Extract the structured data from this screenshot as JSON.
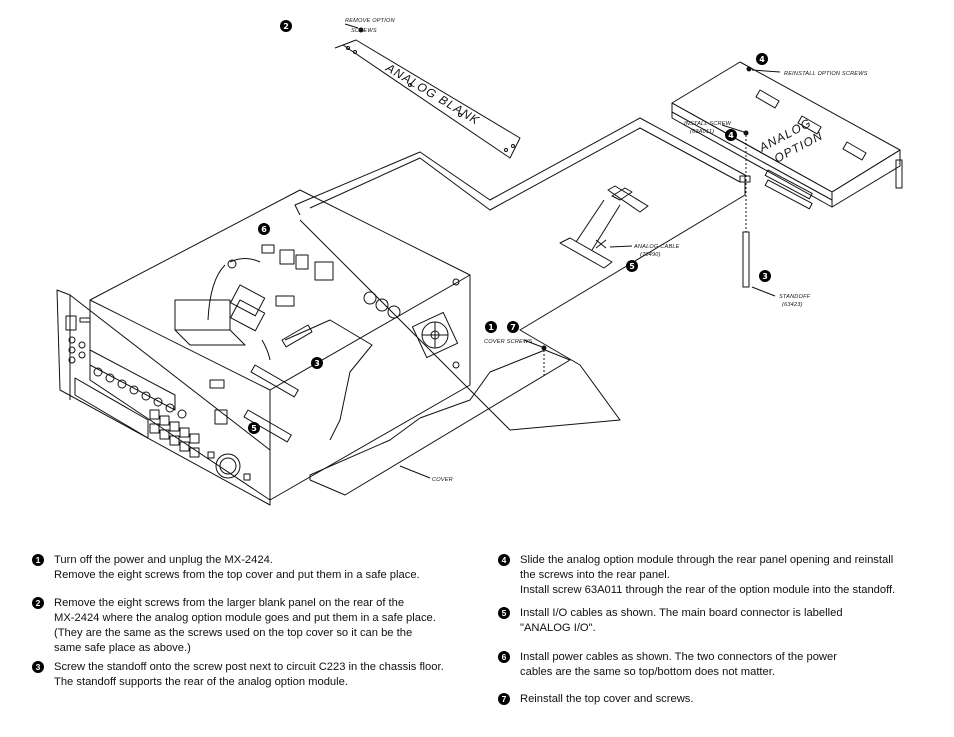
{
  "diagram": {
    "callouts": {
      "remove_option_screws": [
        "REMOVE OPTION",
        "SCREWS"
      ],
      "reinstall_option_screws": "REINSTALL OPTION SCREWS",
      "install_screw": [
        "INSTALL SCREW",
        "(63A011)"
      ],
      "analog_cable": [
        "ANALOG CABLE",
        "(70490)"
      ],
      "standoff": [
        "STANDOFF",
        "(63423)"
      ],
      "cover_screws": "COVER SCREWS",
      "cover": "COVER"
    },
    "panel_labels": {
      "analog_blank": "ANALOG BLANK",
      "analog_option": [
        "ANALOG",
        "OPTION"
      ]
    },
    "badges": {
      "remove_screws": "2",
      "reinstall_screws": "4",
      "install_screw": "4",
      "analog_cable": "5",
      "standoff": "3",
      "cover_screws_a": "1",
      "cover_screws_b": "7",
      "power_cable": "6",
      "standoff_chassis": "3",
      "io_cable_chassis": "5"
    }
  },
  "steps": [
    {
      "num": "1",
      "lines": [
        "Turn off the power and unplug the MX-2424.",
        "Remove the eight screws from the top cover and put them in a safe place."
      ]
    },
    {
      "num": "2",
      "lines": [
        "Remove the eight screws from the larger blank panel on the rear of the",
        "MX-2424 where the analog option module goes and put them in a safe place.",
        "(They are the same as the screws used on the top cover so it can be the",
        "same safe place as above.)"
      ]
    },
    {
      "num": "3",
      "lines": [
        "Screw the standoff onto the screw post next to circuit C223 in the chassis floor.",
        "The standoff supports the rear of the analog option module."
      ]
    },
    {
      "num": "4",
      "lines": [
        "Slide the analog option module through the rear panel opening and reinstall",
        "the screws into the rear panel.",
        "Install screw 63A011 through the rear of the option module into the standoff."
      ]
    },
    {
      "num": "5",
      "lines": [
        "Install I/O cables as shown.  The main board connector is labelled",
        "\"ANALOG I/O\"."
      ]
    },
    {
      "num": "6",
      "lines": [
        "Install power cables as shown.  The two connectors of the power",
        "cables are the same so top/bottom does not matter."
      ]
    },
    {
      "num": "7",
      "lines": [
        "Reinstall the top cover and screws."
      ]
    }
  ]
}
